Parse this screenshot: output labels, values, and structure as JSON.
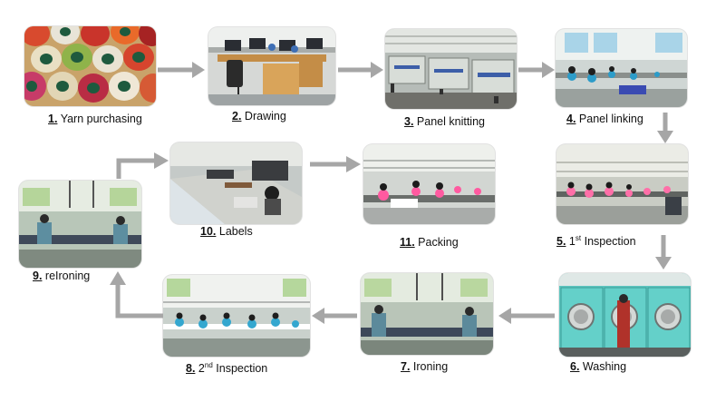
{
  "colors": {
    "arrow": "#a6a6a6",
    "caption": "#111111",
    "background": "#ffffff"
  },
  "steps": [
    {
      "num": "1.",
      "label": "Yarn purchasing"
    },
    {
      "num": "2.",
      "label": "Drawing"
    },
    {
      "num": "3.",
      "label": "Panel knitting"
    },
    {
      "num": "4.",
      "label": "Panel linking"
    },
    {
      "num": "5.",
      "pre": "1",
      "sup": "st",
      "label": "Inspection"
    },
    {
      "num": "6.",
      "label": "Washing"
    },
    {
      "num": "7.",
      "label": "Ironing"
    },
    {
      "num": "8.",
      "pre": "2",
      "sup": "nd",
      "label": "Inspection"
    },
    {
      "num": "9.",
      "label": "reIroning"
    },
    {
      "num": "10.",
      "label": "Labels"
    },
    {
      "num": "11.",
      "label": "Packing"
    }
  ]
}
